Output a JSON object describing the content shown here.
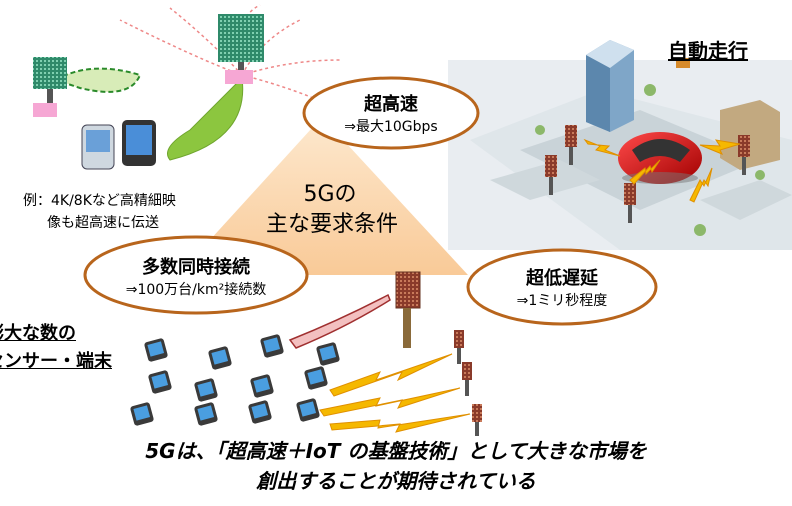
{
  "center": {
    "line1": "5Gの",
    "line2": "主な要求条件"
  },
  "nodes": [
    {
      "id": "speed",
      "title": "超高速",
      "sub": "⇒最大10Gbps"
    },
    {
      "id": "connect",
      "title": "多数同時接続",
      "sub": "⇒100万台/km²接続数"
    },
    {
      "id": "latency",
      "title": "超低遅延",
      "sub": "⇒1ミリ秒程度"
    }
  ],
  "example": {
    "line1": "例：4K/8Kなど高精細映",
    "line2": "像も超高速に伝送"
  },
  "autonomous_label": "自動走行",
  "sensors": {
    "line1": "膨大な数の",
    "line2": "センサー・端末"
  },
  "footer": {
    "line1": "5Gは、「超高速＋IoT の基盤技術」として大きな市場を",
    "line2": "創出することが期待されている"
  },
  "colors": {
    "oval_stroke": "#b8651c",
    "triangle": "#fbd3a8",
    "beam_green": "#8cc63f",
    "zigzag": "#f5b800",
    "pink_box": "#f6a7d4"
  }
}
